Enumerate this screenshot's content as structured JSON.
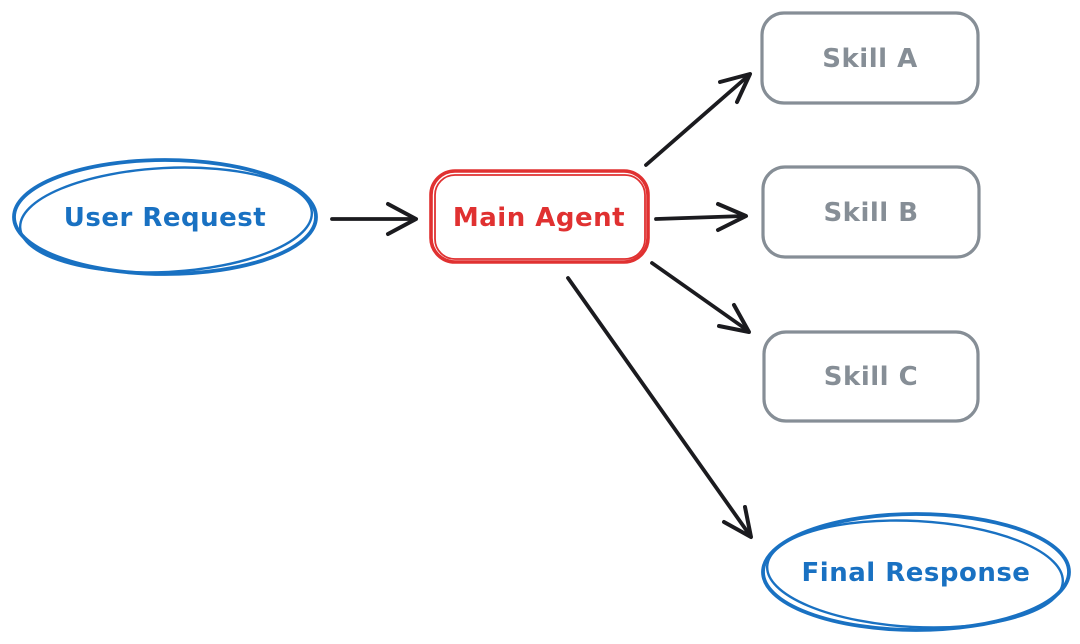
{
  "diagram": {
    "type": "flowchart",
    "palette": {
      "blue": "#1971c2",
      "red": "#e03131",
      "gray": "#868e96",
      "arrow": "#1b1b1f",
      "canvas": "#ffffff"
    },
    "nodes": {
      "user_request": {
        "label": "User Request",
        "shape": "ellipse",
        "color": "#1971c2"
      },
      "main_agent": {
        "label": "Main Agent",
        "shape": "rounded-rectangle",
        "color": "#e03131"
      },
      "skill_a": {
        "label": "Skill A",
        "shape": "rounded-rectangle",
        "color": "#868e96"
      },
      "skill_b": {
        "label": "Skill B",
        "shape": "rounded-rectangle",
        "color": "#868e96"
      },
      "skill_c": {
        "label": "Skill C",
        "shape": "rounded-rectangle",
        "color": "#868e96"
      },
      "final_response": {
        "label": "Final Response",
        "shape": "ellipse",
        "color": "#1971c2"
      }
    },
    "edges": [
      {
        "from": "User Request",
        "to": "Main Agent"
      },
      {
        "from": "Main Agent",
        "to": "Skill A"
      },
      {
        "from": "Main Agent",
        "to": "Skill B"
      },
      {
        "from": "Main Agent",
        "to": "Skill C"
      },
      {
        "from": "Main Agent",
        "to": "Final Response"
      }
    ]
  }
}
